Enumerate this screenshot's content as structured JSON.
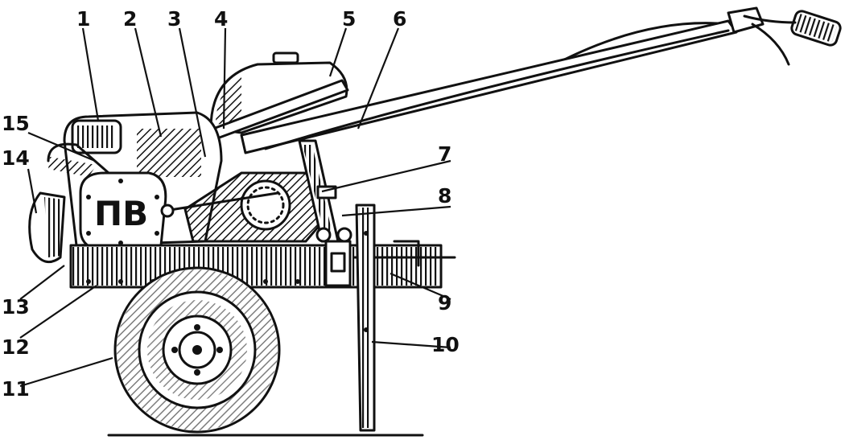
{
  "diagram": {
    "engine_cover_mark": "ПВ",
    "callouts": [
      {
        "id": "c1",
        "number": "1"
      },
      {
        "id": "c2",
        "number": "2"
      },
      {
        "id": "c3",
        "number": "3"
      },
      {
        "id": "c4",
        "number": "4"
      },
      {
        "id": "c5",
        "number": "5"
      },
      {
        "id": "c6",
        "number": "6"
      },
      {
        "id": "c7",
        "number": "7"
      },
      {
        "id": "c8",
        "number": "8"
      },
      {
        "id": "c9",
        "number": "9"
      },
      {
        "id": "c10",
        "number": "10"
      },
      {
        "id": "c11",
        "number": "11"
      },
      {
        "id": "c12",
        "number": "12"
      },
      {
        "id": "c13",
        "number": "13"
      },
      {
        "id": "c14",
        "number": "14"
      },
      {
        "id": "c15",
        "number": "15"
      }
    ],
    "colors": {
      "ink": "#111111",
      "paper": "#ffffff"
    }
  }
}
